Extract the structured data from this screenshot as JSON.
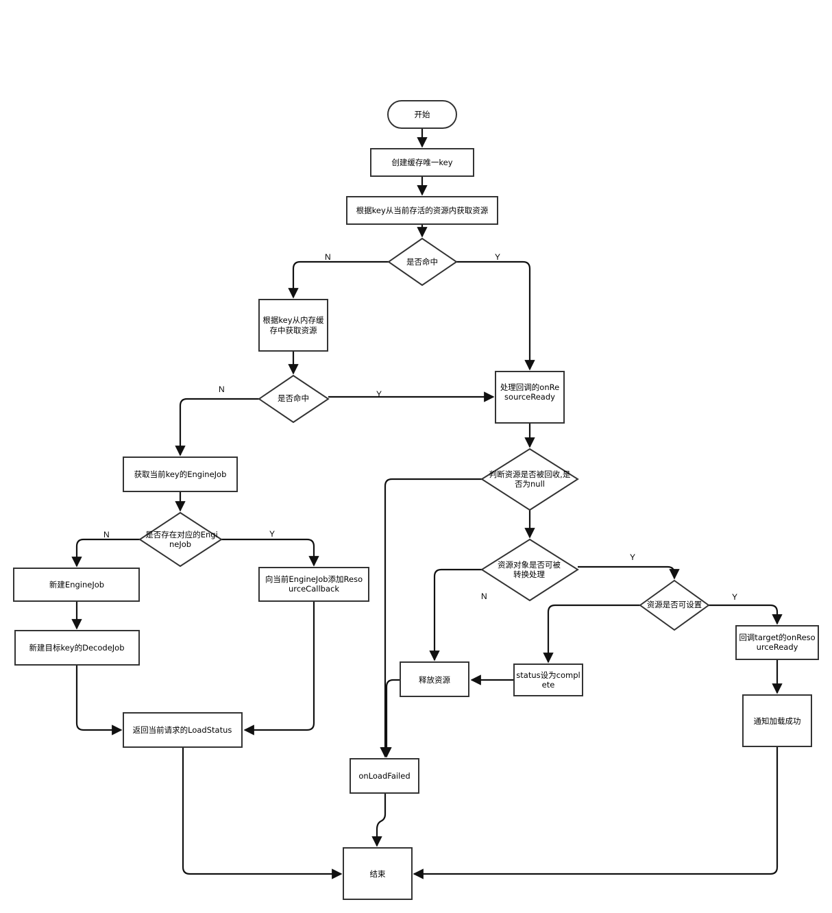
{
  "nodes": {
    "start": "开始",
    "create_key": "创建缓存唯一key",
    "get_active": "根据key从当前存活的资源内获取资源",
    "hit_1": "是否命中",
    "get_memory": [
      "根据key从内存缓",
      "存中获取资源"
    ],
    "hit_2": "是否命中",
    "on_resource_ready": [
      "处理回调的onRe",
      "sourceReady"
    ],
    "get_engine_job": "获取当前key的EngineJob",
    "exists_engine_job": [
      "是否存在对应的Engi",
      "neJob"
    ],
    "new_engine_job": "新建EngineJob",
    "add_callback": [
      "向当前EngineJob添加Reso",
      "urceCallback"
    ],
    "new_decode_job": "新建目标key的DecodeJob",
    "return_status": "返回当前请求的LoadStatus",
    "is_recycled": [
      "判断资源是否被回收,是",
      "否为null"
    ],
    "convertible": [
      "资源对象是否可被",
      "转换处理"
    ],
    "settable": "资源是否可设置",
    "target_callback": [
      "回调target的onReso",
      "urceReady"
    ],
    "status_complete": [
      "status设为compl",
      "ete"
    ],
    "release": "释放资源",
    "notify_success": "通知加载成功",
    "on_load_failed": "onLoadFailed",
    "end": "结束"
  },
  "edge_labels": {
    "hit1_n": "N",
    "hit1_y": "Y",
    "hit2_n": "N",
    "hit2_y": "Y",
    "exists_n": "N",
    "exists_y": "Y",
    "convertible_y": "Y",
    "convertible_n": "N",
    "settable_y": "Y"
  },
  "colors": {
    "stroke": "#333333",
    "line": "#111111",
    "fill": "#ffffff"
  }
}
